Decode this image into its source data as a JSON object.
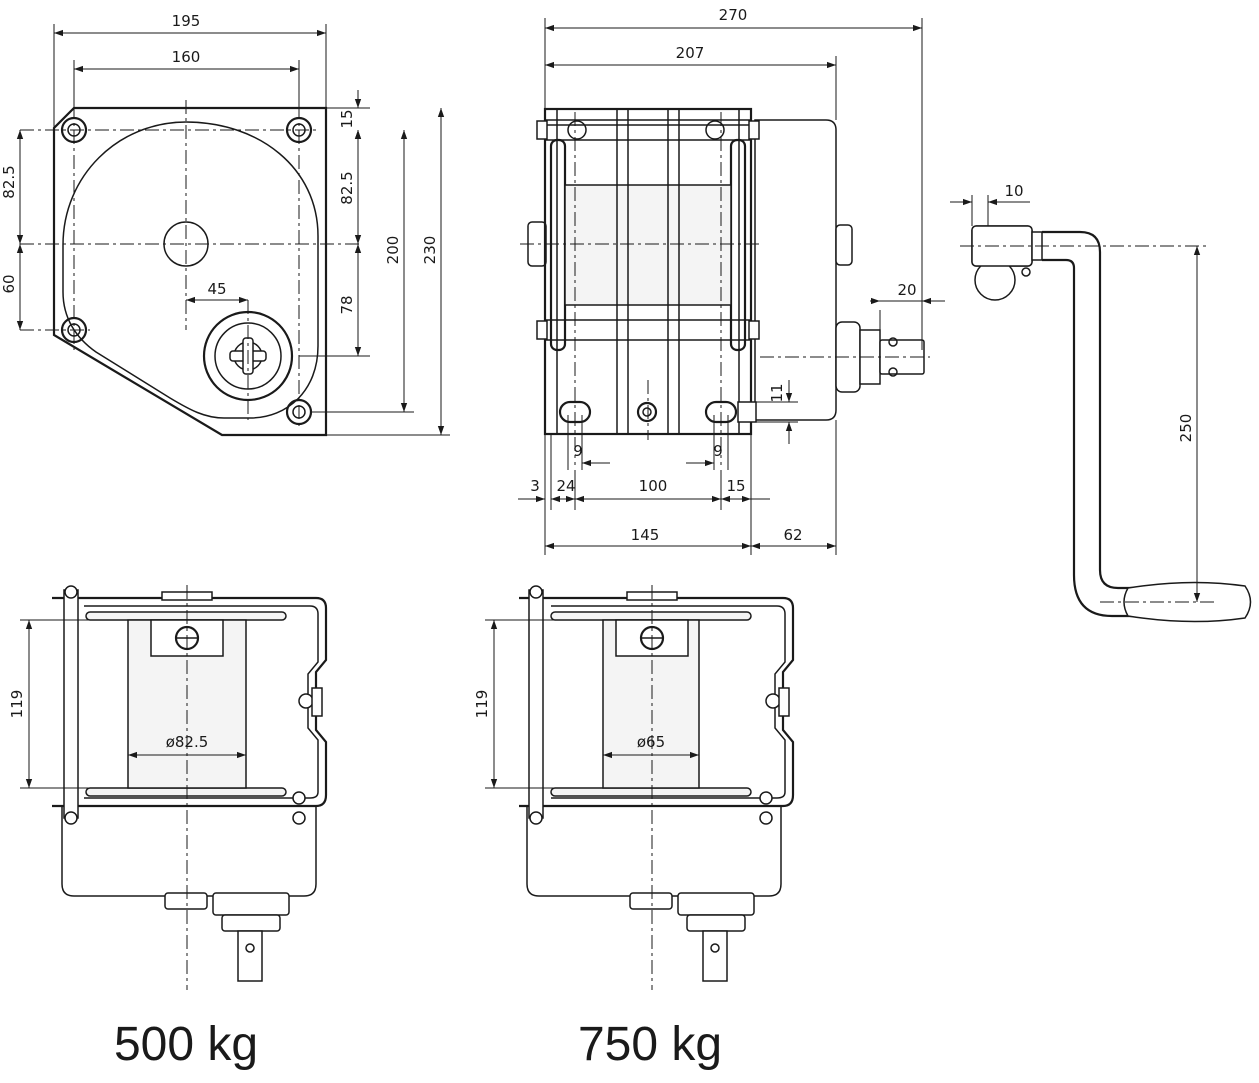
{
  "front_view": {
    "dims": {
      "width_total": "195",
      "bolt_spacing_h": "160",
      "top_offset": "15",
      "left_upper": "82.5",
      "right_upper": "82.5",
      "left_lower": "60",
      "right_lower": "78",
      "height_200": "200",
      "height_230": "230",
      "shaft_offset": "45"
    }
  },
  "side_view": {
    "dims": {
      "total_width": "270",
      "body_width": "207",
      "shaft_len": "20",
      "slot_h": "11",
      "slot_w_left": "9",
      "slot_w_right": "9",
      "edge": "3",
      "d24": "24",
      "d100": "100",
      "d15": "15",
      "base": "145",
      "overhang": "62"
    }
  },
  "crank": {
    "dims": {
      "hub": "10",
      "arm": "250"
    }
  },
  "variant_500": {
    "dims": {
      "height": "119",
      "drum": "ø82.5"
    },
    "label": "500 kg"
  },
  "variant_750": {
    "dims": {
      "height": "119",
      "drum": "ø65"
    },
    "label": "750 kg"
  }
}
